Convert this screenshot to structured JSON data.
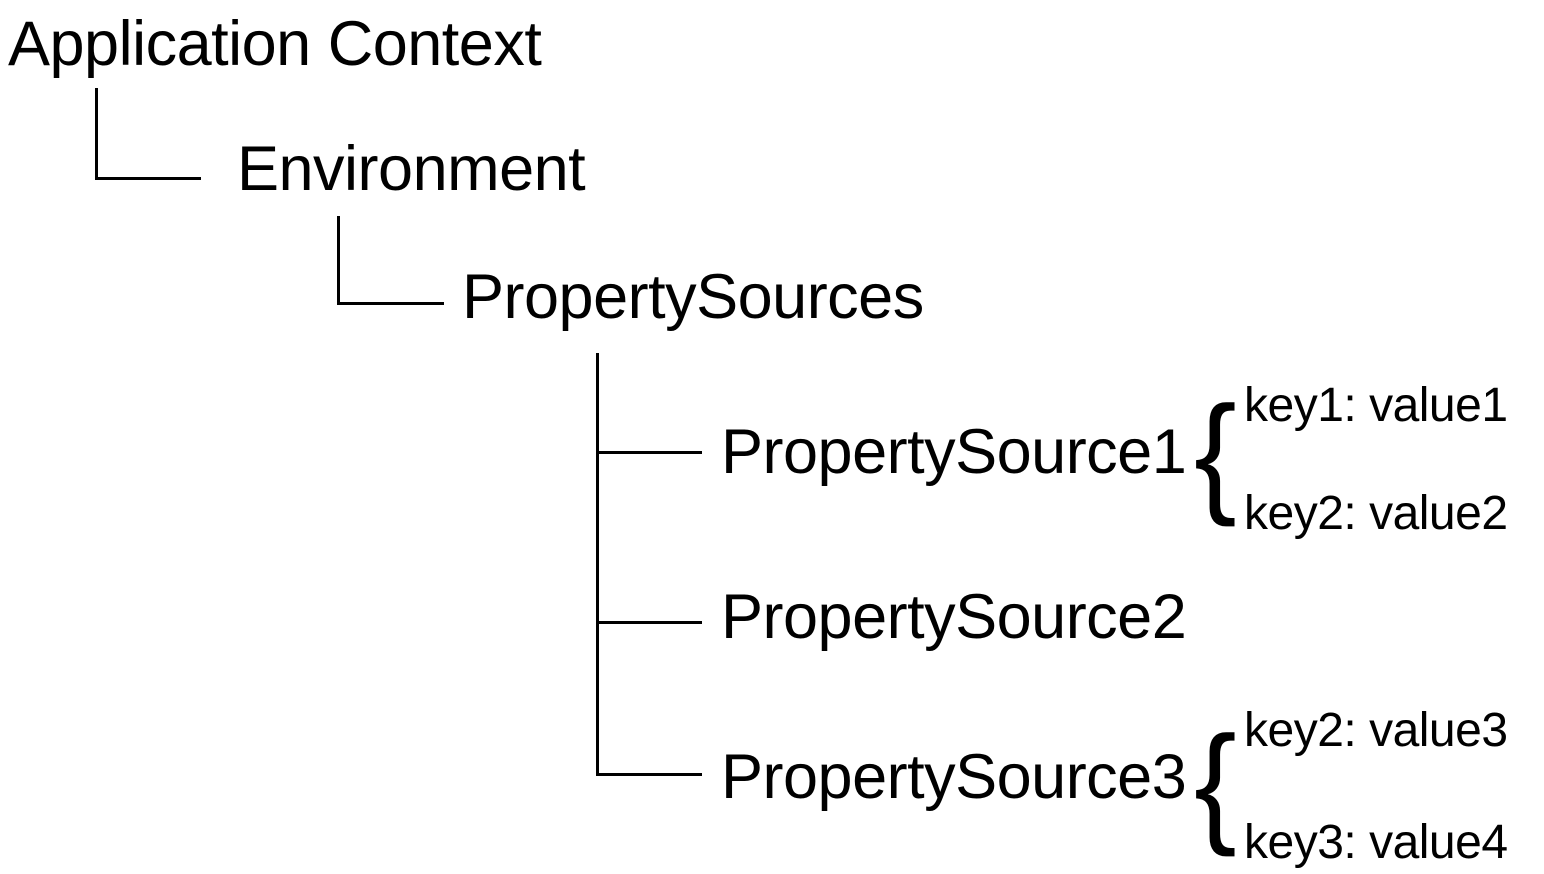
{
  "colors": {
    "background": "#ffffff",
    "text": "#000000",
    "line": "#000000"
  },
  "tree": {
    "application_context": {
      "label": "Application Context"
    },
    "environment": {
      "label": "Environment"
    },
    "property_sources": {
      "label": "PropertySources"
    },
    "brace_glyph": "{",
    "sources": [
      {
        "label": "PropertySource1",
        "entries": [
          "key1: value1",
          "key2: value2"
        ]
      },
      {
        "label": "PropertySource2",
        "entries": []
      },
      {
        "label": "PropertySource3",
        "entries": [
          "key2: value3",
          "key3: value4"
        ]
      }
    ]
  }
}
